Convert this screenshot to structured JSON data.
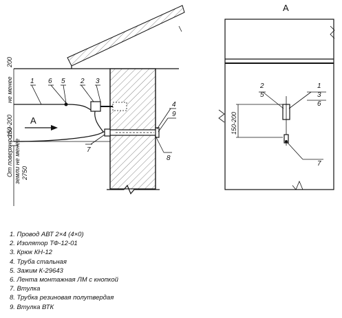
{
  "view_label": "А",
  "arrow_label": "А",
  "dimensions": {
    "top_clearance": "200",
    "not_less_1": "не менее",
    "span": "150-200",
    "not_less_2": "не менее",
    "ground_label": "От поверхности",
    "ground_label_2": "земли не менее",
    "ground_value": "2750",
    "right_span": "150-200"
  },
  "callouts": {
    "c1": "1",
    "c2": "2",
    "c3": "3",
    "c4": "4",
    "c5": "5",
    "c6": "6",
    "c7": "7",
    "c8": "8",
    "c9": "9",
    "r2": "2",
    "r5": "5",
    "r1": "1",
    "r3": "3",
    "r6": "6",
    "r7": "7"
  },
  "legend": [
    "1. Провод АВТ 2×4 (4×0)",
    "2. Изолятор ТФ-12-01",
    "3. Крюк КН-12",
    "4. Труба стальная",
    "5. Зажим К-29643",
    "6. Лента монтажная ЛМ с кнопкой",
    "7. Втулка",
    "8. Трубка резиновая полутвердая",
    "9. Втулка ВТК"
  ]
}
